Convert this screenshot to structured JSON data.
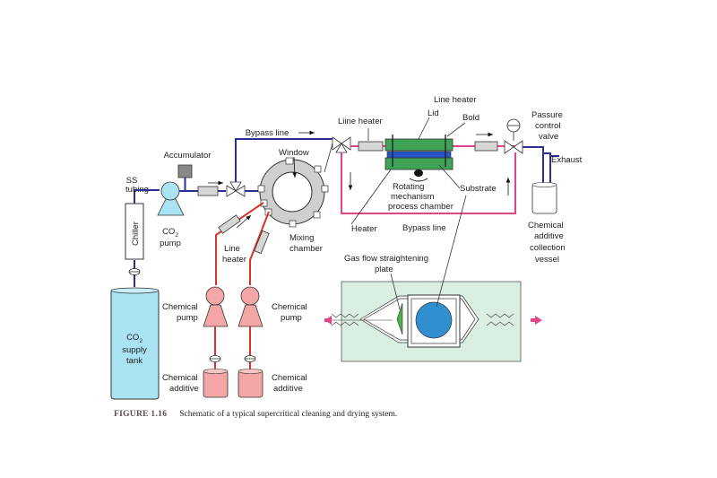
{
  "labels": {
    "ss_tubing": [
      "SS",
      "tubing"
    ],
    "chiller": "Chiller",
    "co2_tank": [
      "CO",
      "2",
      "supply",
      "tank"
    ],
    "co2_pump": [
      "CO",
      "2",
      "pump"
    ],
    "accumulator": "Accumulator",
    "bypass_line_top": "Bypass line",
    "window": "Window",
    "mixing_chamber": [
      "Mixing",
      "chamber"
    ],
    "line_heater_left": [
      "Line",
      "heater"
    ],
    "chemical_pump_left": [
      "Chemical",
      "pump"
    ],
    "chemical_pump_right": [
      "Chemical",
      "pump"
    ],
    "chemical_additive_left": [
      "Chemical",
      "additive"
    ],
    "chemical_additive_right": [
      "Chemical",
      "additive"
    ],
    "liine_heater": "Liine heater",
    "lid": "Lid",
    "line_heater_top": "Line heater",
    "bold": "Bold",
    "rotating": [
      "Rotating",
      "mechanism",
      "process chamber"
    ],
    "substrate": "Substrate",
    "heater": "Heater",
    "bypass_line_bottom": "Bypass line",
    "pressure_valve": [
      "Passure",
      "control",
      "valve"
    ],
    "exhaust": "Exhaust",
    "collection_vessel": [
      "Chemical",
      "additive",
      "collection",
      "vessel"
    ],
    "gas_flow_plate": [
      "Gas flow straightening",
      "plate"
    ]
  },
  "caption": {
    "figure": "FIGURE 1.16",
    "text": "Schematic of a typical supercritical cleaning and drying system."
  }
}
